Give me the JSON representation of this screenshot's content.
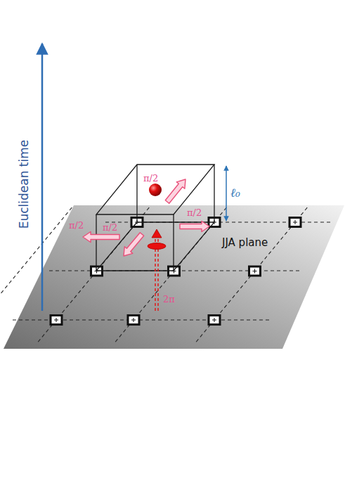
{
  "diagram": {
    "labels": [
      "Euclidean time",
      "ℓ₀",
      "π/2",
      "π/2",
      "π/2",
      "π/2",
      "JJA plane",
      "2π"
    ]
  }
}
